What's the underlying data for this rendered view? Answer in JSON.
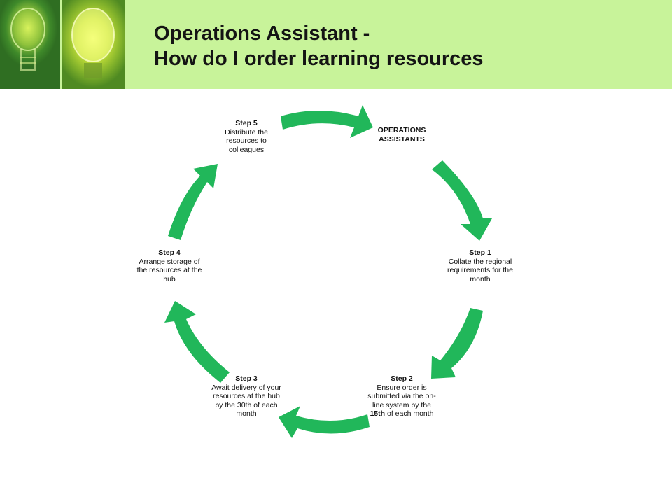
{
  "header": {
    "title_line1": "Operations Assistant -",
    "title_line2": "How do I order learning resources",
    "band_color": "#c8f39a"
  },
  "cycle": {
    "arrow_color": "#21b75a",
    "nodes": [
      {
        "label": "OPERATIONS ASSISTANTS",
        "desc": ""
      },
      {
        "label": "Step 1",
        "desc": "Collate the regional requirements for the month"
      },
      {
        "label": "Step 2",
        "desc_before": "Ensure order is submitted via the on-line system by the ",
        "desc_bold": "15th",
        "desc_after": " of each month"
      },
      {
        "label": "Step 3",
        "desc": "Await delivery of your resources at the hub by the 30th of each month"
      },
      {
        "label": "Step 4",
        "desc": "Arrange storage of the resources at the hub"
      },
      {
        "label": "Step 5",
        "desc": "Distribute the resources to colleagues"
      }
    ]
  }
}
